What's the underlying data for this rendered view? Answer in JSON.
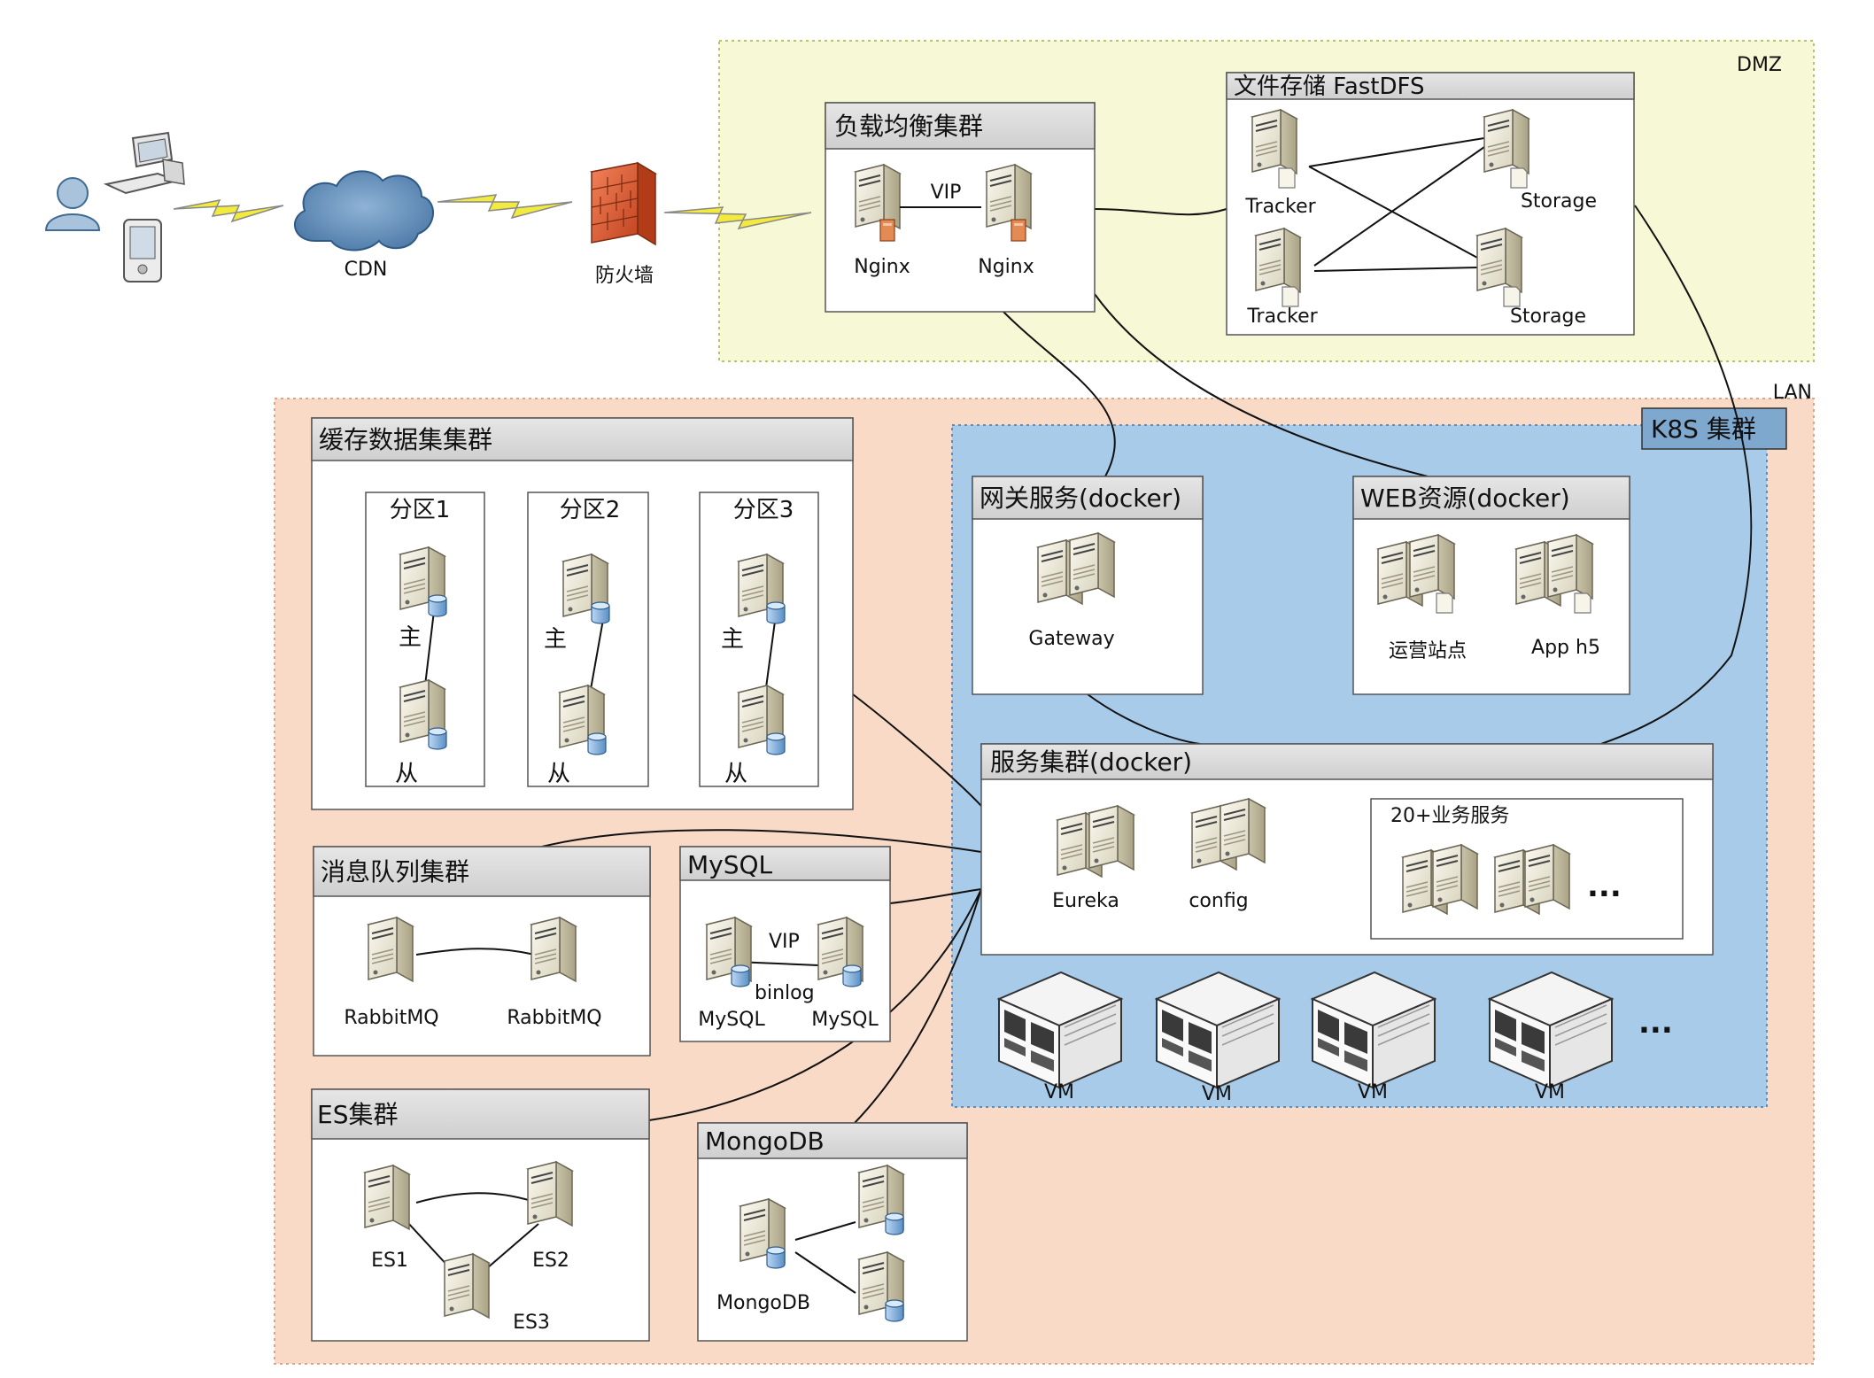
{
  "zones": {
    "dmz": {
      "label": "DMZ",
      "color": "#f7f9d6"
    },
    "lan": {
      "label": "LAN",
      "color": "#f9dac7"
    },
    "k8s": {
      "label": "K8S 集群",
      "color": "#a7cbe9"
    }
  },
  "external": {
    "cdn_label": "CDN",
    "firewall_label": "防火墙"
  },
  "lb_cluster": {
    "title": "负载均衡集群",
    "vip_label": "VIP",
    "nodes": [
      "Nginx",
      "Nginx"
    ]
  },
  "fastdfs": {
    "title": "文件存储 FastDFS",
    "nodes": [
      "Tracker",
      "Storage",
      "Tracker",
      "Storage"
    ]
  },
  "cache_cluster": {
    "title": "缓存数据集集群",
    "partitions": [
      {
        "label": "分区1",
        "master": "主",
        "slave": "从"
      },
      {
        "label": "分区2",
        "master": "主",
        "slave": "从"
      },
      {
        "label": "分区3",
        "master": "主",
        "slave": "从"
      }
    ]
  },
  "gateway_svc": {
    "title": "网关服务(docker)",
    "node": "Gateway"
  },
  "web_res": {
    "title": "WEB资源(docker)",
    "nodes": [
      "运营站点",
      "App h5"
    ]
  },
  "svc_cluster": {
    "title": "服务集群(docker)",
    "nodes": [
      "Eureka",
      "config"
    ],
    "biz_title": "20+业务服务",
    "more": "..."
  },
  "vms": {
    "labels": [
      "VM",
      "VM",
      "VM",
      "VM"
    ],
    "more": "..."
  },
  "mq_cluster": {
    "title": "消息队列集群",
    "nodes": [
      "RabbitMQ",
      "RabbitMQ"
    ]
  },
  "mysql": {
    "title": "MySQL",
    "vip_label": "VIP",
    "binlog_label": "binlog",
    "nodes": [
      "MySQL",
      "MySQL"
    ]
  },
  "es_cluster": {
    "title": "ES集群",
    "nodes": [
      "ES1",
      "ES2",
      "ES3"
    ]
  },
  "mongodb": {
    "title": "MongoDB",
    "node": "MongoDB"
  }
}
